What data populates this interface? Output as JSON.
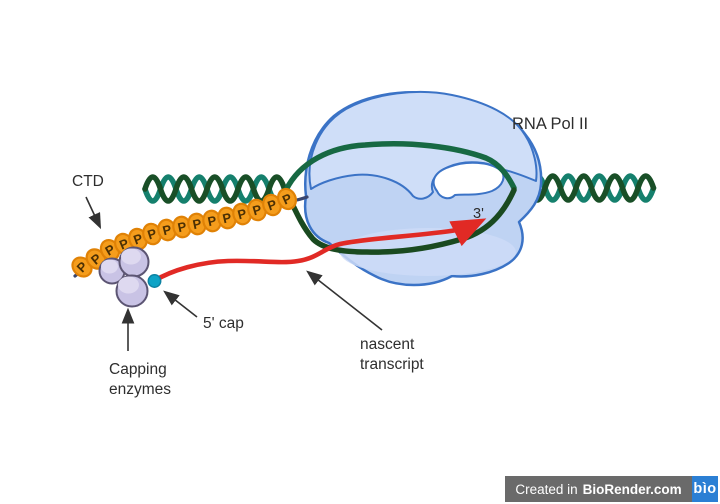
{
  "figure": {
    "labels": {
      "rna_pol_ii": "RNA Pol II",
      "ctd": "CTD",
      "three_prime": "3'",
      "five_prime_cap": "5' cap",
      "capping_enzymes": [
        "Capping",
        "enzymes"
      ],
      "nascent_transcript": [
        "nascent",
        "transcript"
      ]
    },
    "ctd": {
      "phospho_label": "P",
      "bead_count": 15
    },
    "colors": {
      "polymerase_fill": "#bfd3f3",
      "polymerase_lobe": "#cfdef8",
      "polymerase_stroke": "#3b73c6",
      "dna_strand_teal": "#15806d",
      "dna_strand_dark_green": "#194f27",
      "exiting_rna_strand": "#176943",
      "template_strand": "#1a4a20",
      "transcript_red": "#e12a25",
      "ctd_bead_fill": "#f59d1c",
      "ctd_bead_stroke": "#e08206",
      "ctd_letter": "#4c3004",
      "five_cap_dot": "#0ea3c6",
      "enzyme_fill": "#c9c3e5",
      "enzyme_stroke": "#5c5573",
      "label_text": "#2e2e2e"
    }
  },
  "watermark": {
    "prefix": "Created in",
    "brand": "BioRender.com",
    "logo_text": "bìo",
    "bar_color": "#6a6a6a",
    "logo_bg": "#2b7fd4"
  }
}
